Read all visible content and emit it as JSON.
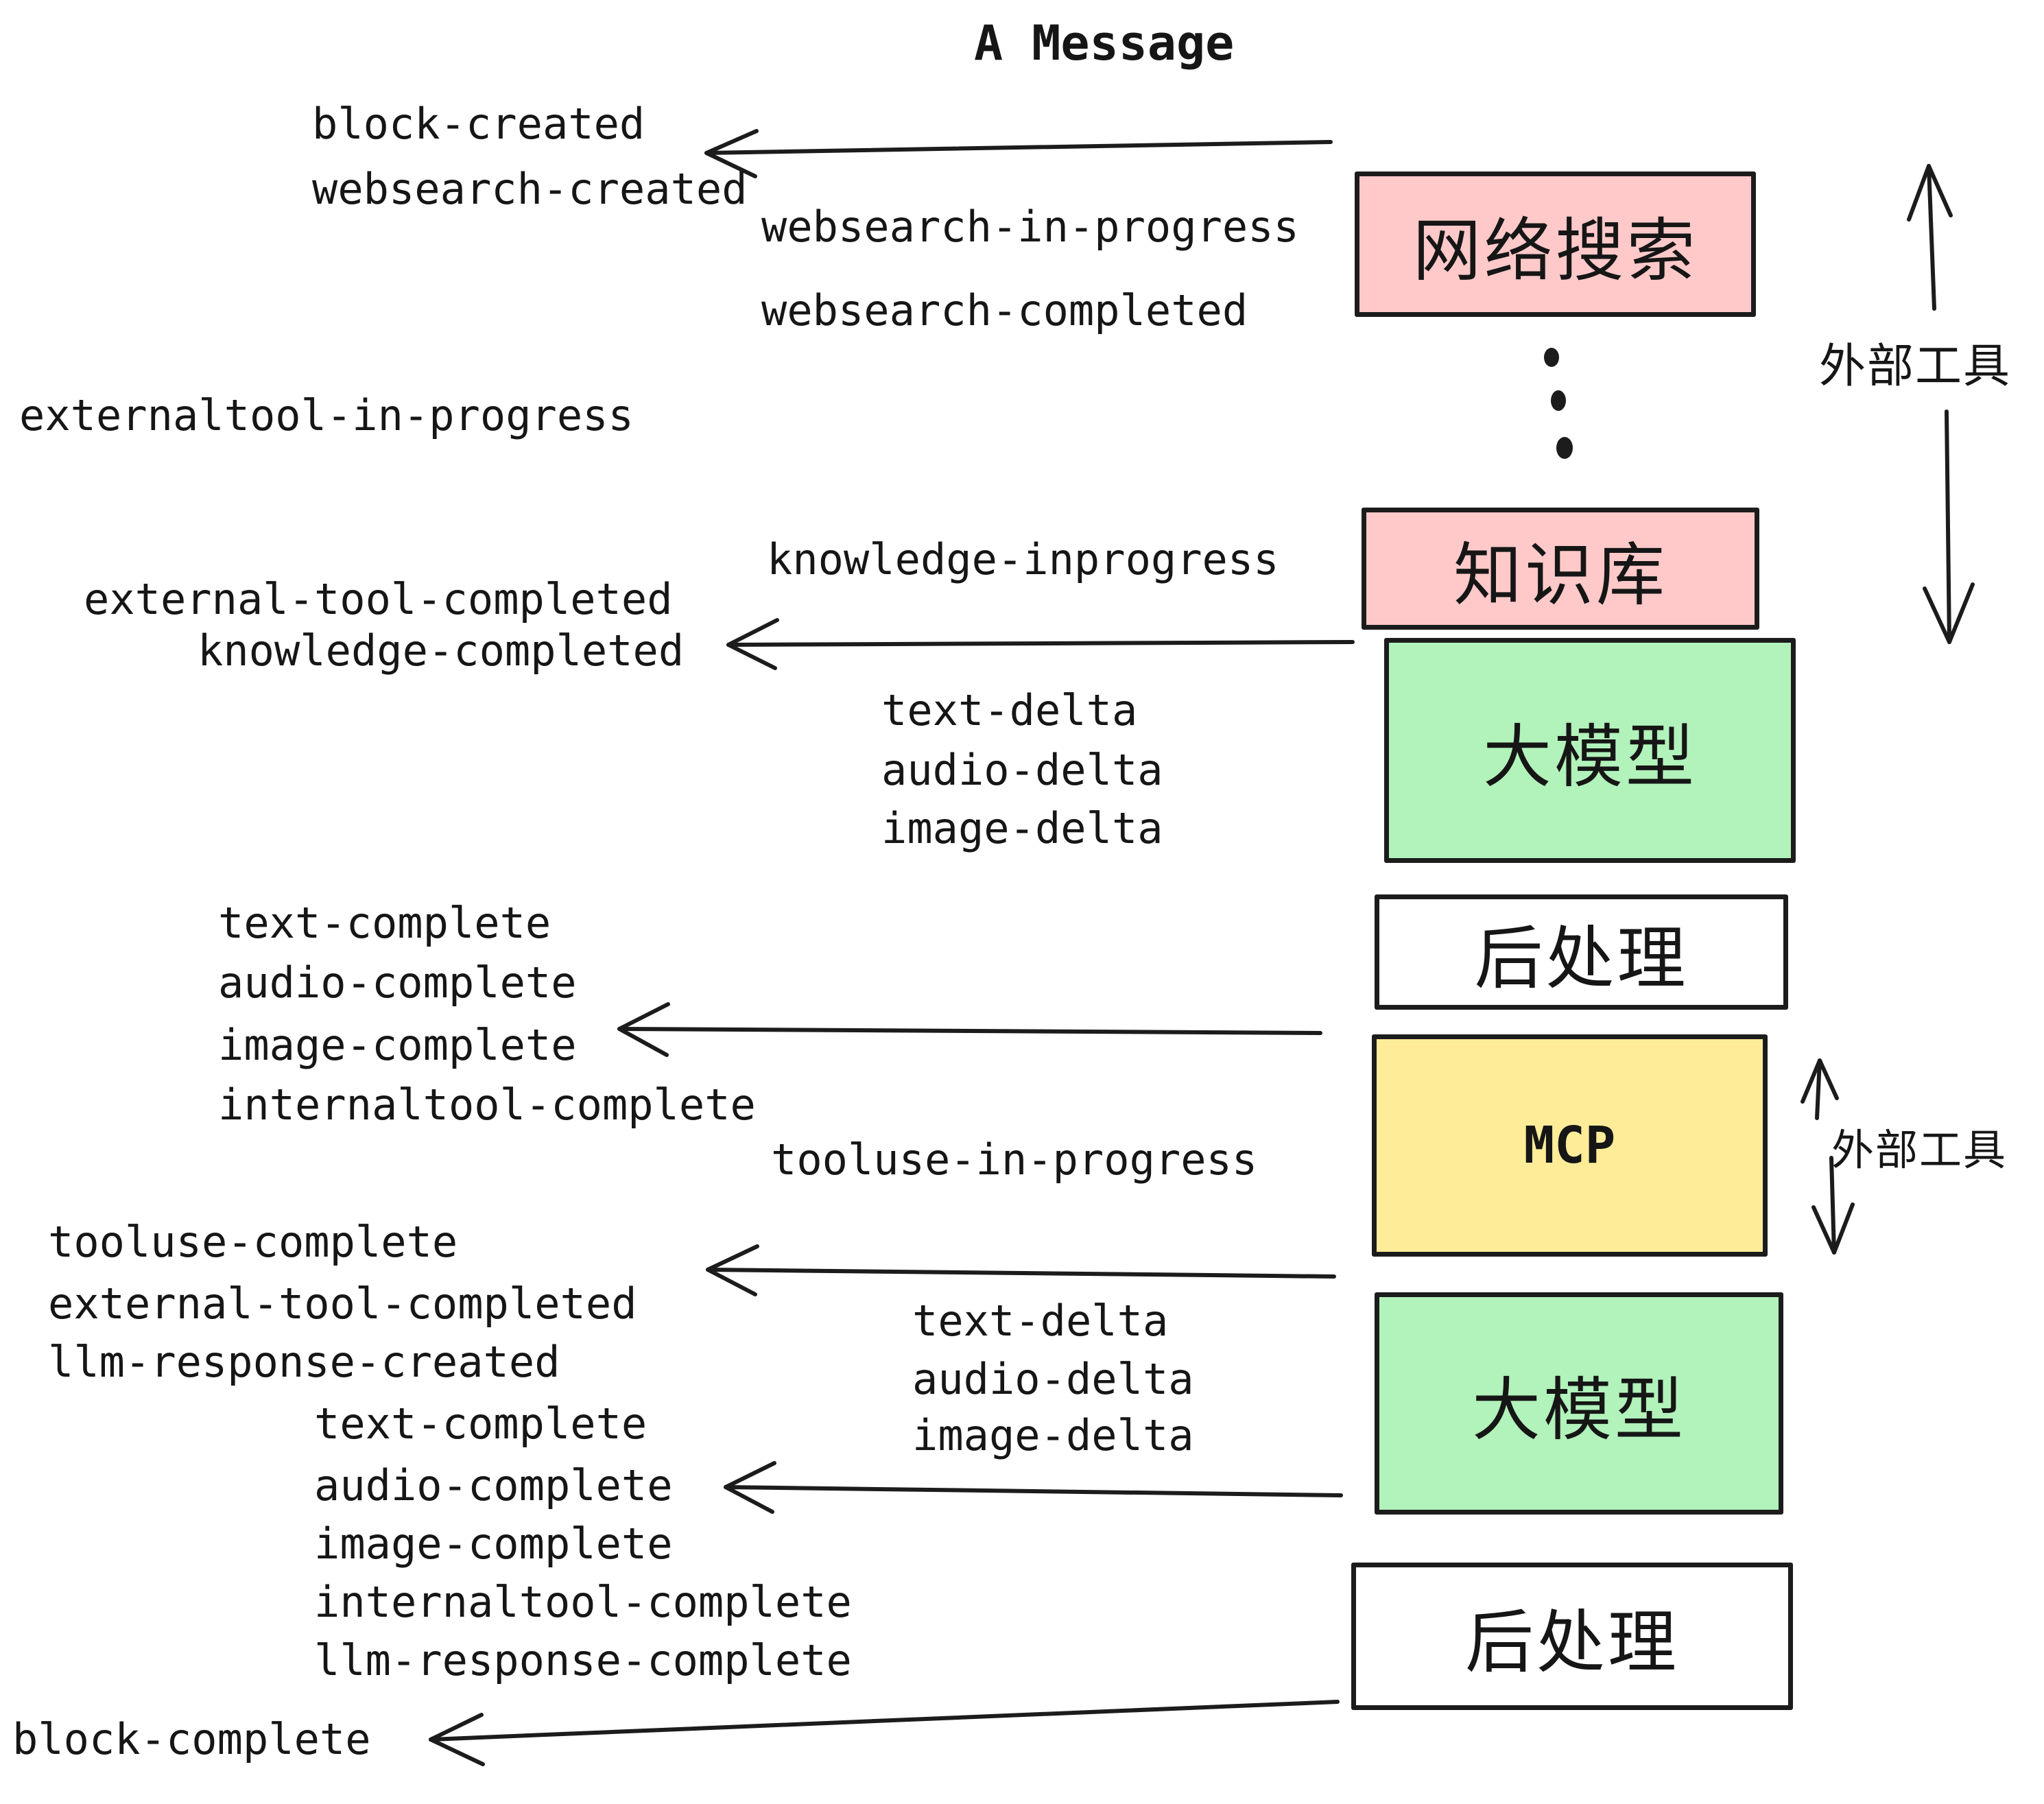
{
  "title": "A Message",
  "colors": {
    "pink": "#ffc9c9",
    "green": "#b2f2bb",
    "yellow": "#ffec99",
    "white": "#ffffff",
    "stroke": "#1c1c1c"
  },
  "boxes": [
    {
      "label": "网络搜索",
      "color": "pink"
    },
    {
      "label": "知识库",
      "color": "pink"
    },
    {
      "label": "大模型",
      "color": "green"
    },
    {
      "label": "后处理",
      "color": "white"
    },
    {
      "label": "MCP",
      "color": "yellow"
    },
    {
      "label": "大模型",
      "color": "green"
    },
    {
      "label": "后处理",
      "color": "white"
    }
  ],
  "events": [
    {
      "text": "block-created"
    },
    {
      "text": "websearch-created"
    },
    {
      "text": "websearch-in-progress"
    },
    {
      "text": "websearch-completed"
    },
    {
      "text": "externaltool-in-progress"
    },
    {
      "text": "knowledge-inprogress"
    },
    {
      "text": "external-tool-completed"
    },
    {
      "text": "knowledge-completed"
    },
    {
      "text": "text-delta"
    },
    {
      "text": "audio-delta"
    },
    {
      "text": "image-delta"
    },
    {
      "text": "text-complete"
    },
    {
      "text": "audio-complete"
    },
    {
      "text": "image-complete"
    },
    {
      "text": "internaltool-complete"
    },
    {
      "text": "tooluse-in-progress"
    },
    {
      "text": "tooluse-complete"
    },
    {
      "text": "external-tool-completed"
    },
    {
      "text": "llm-response-created"
    },
    {
      "text": "text-complete"
    },
    {
      "text": "audio-complete"
    },
    {
      "text": "image-complete"
    },
    {
      "text": "internaltool-complete"
    },
    {
      "text": "llm-response-complete"
    },
    {
      "text": "block-complete"
    },
    {
      "text": "text-delta"
    },
    {
      "text": "audio-delta"
    },
    {
      "text": "image-delta"
    }
  ],
  "annotations": {
    "external_tools_top": "外部工具",
    "external_tools_bottom": "外部工具"
  }
}
